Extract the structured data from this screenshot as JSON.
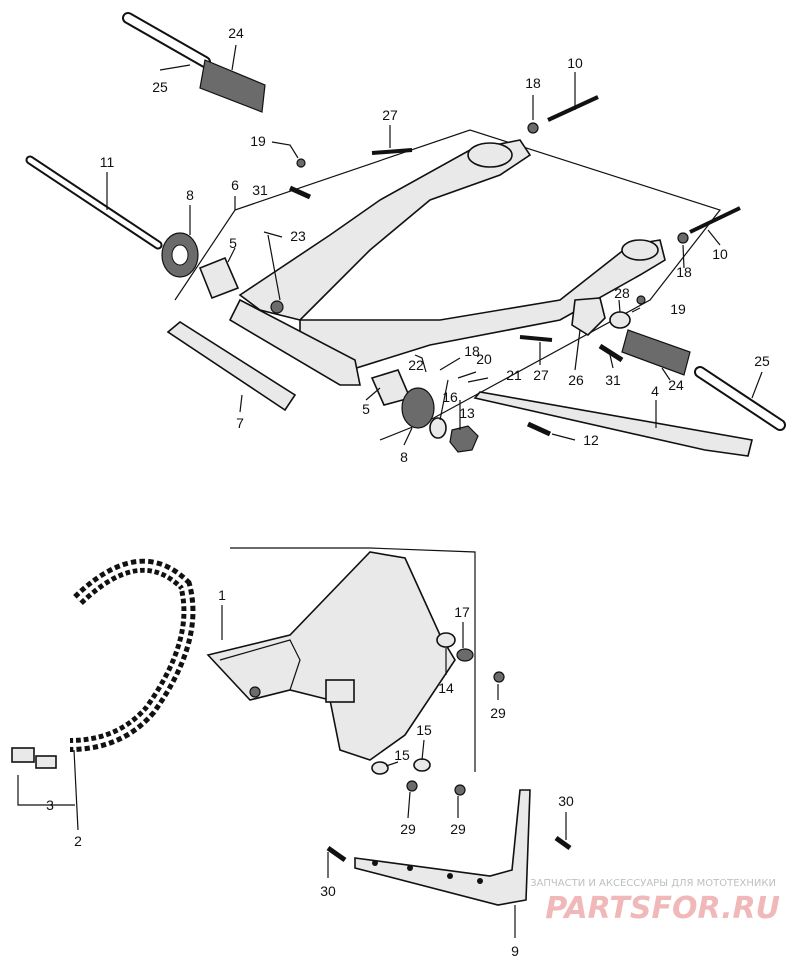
{
  "callouts": {
    "c1": "1",
    "c2": "2",
    "c3": "3",
    "c4": "4",
    "c5a": "5",
    "c5b": "5",
    "c6": "6",
    "c7": "7",
    "c8a": "8",
    "c8b": "8",
    "c9": "9",
    "c10a": "10",
    "c10b": "10",
    "c11": "11",
    "c12": "12",
    "c13": "13",
    "c14": "14",
    "c15a": "15",
    "c15b": "15",
    "c16": "16",
    "c17": "17",
    "c18a": "18",
    "c18b": "18",
    "c18c": "18",
    "c19a": "19",
    "c19b": "19",
    "c20": "20",
    "c21": "21",
    "c22": "22",
    "c23": "23",
    "c24a": "24",
    "c24b": "24",
    "c25a": "25",
    "c25b": "25",
    "c26": "26",
    "c27a": "27",
    "c27b": "27",
    "c28": "28",
    "c29a": "29",
    "c29b": "29",
    "c29c": "29",
    "c30a": "30",
    "c30b": "30",
    "c31a": "31",
    "c31b": "31"
  },
  "watermark": {
    "tagline": "ЗАПЧАСТИ И АКСЕССУАРЫ ДЛЯ МОТОТЕХНИКИ",
    "brand": "PARTSFOR.RU"
  }
}
